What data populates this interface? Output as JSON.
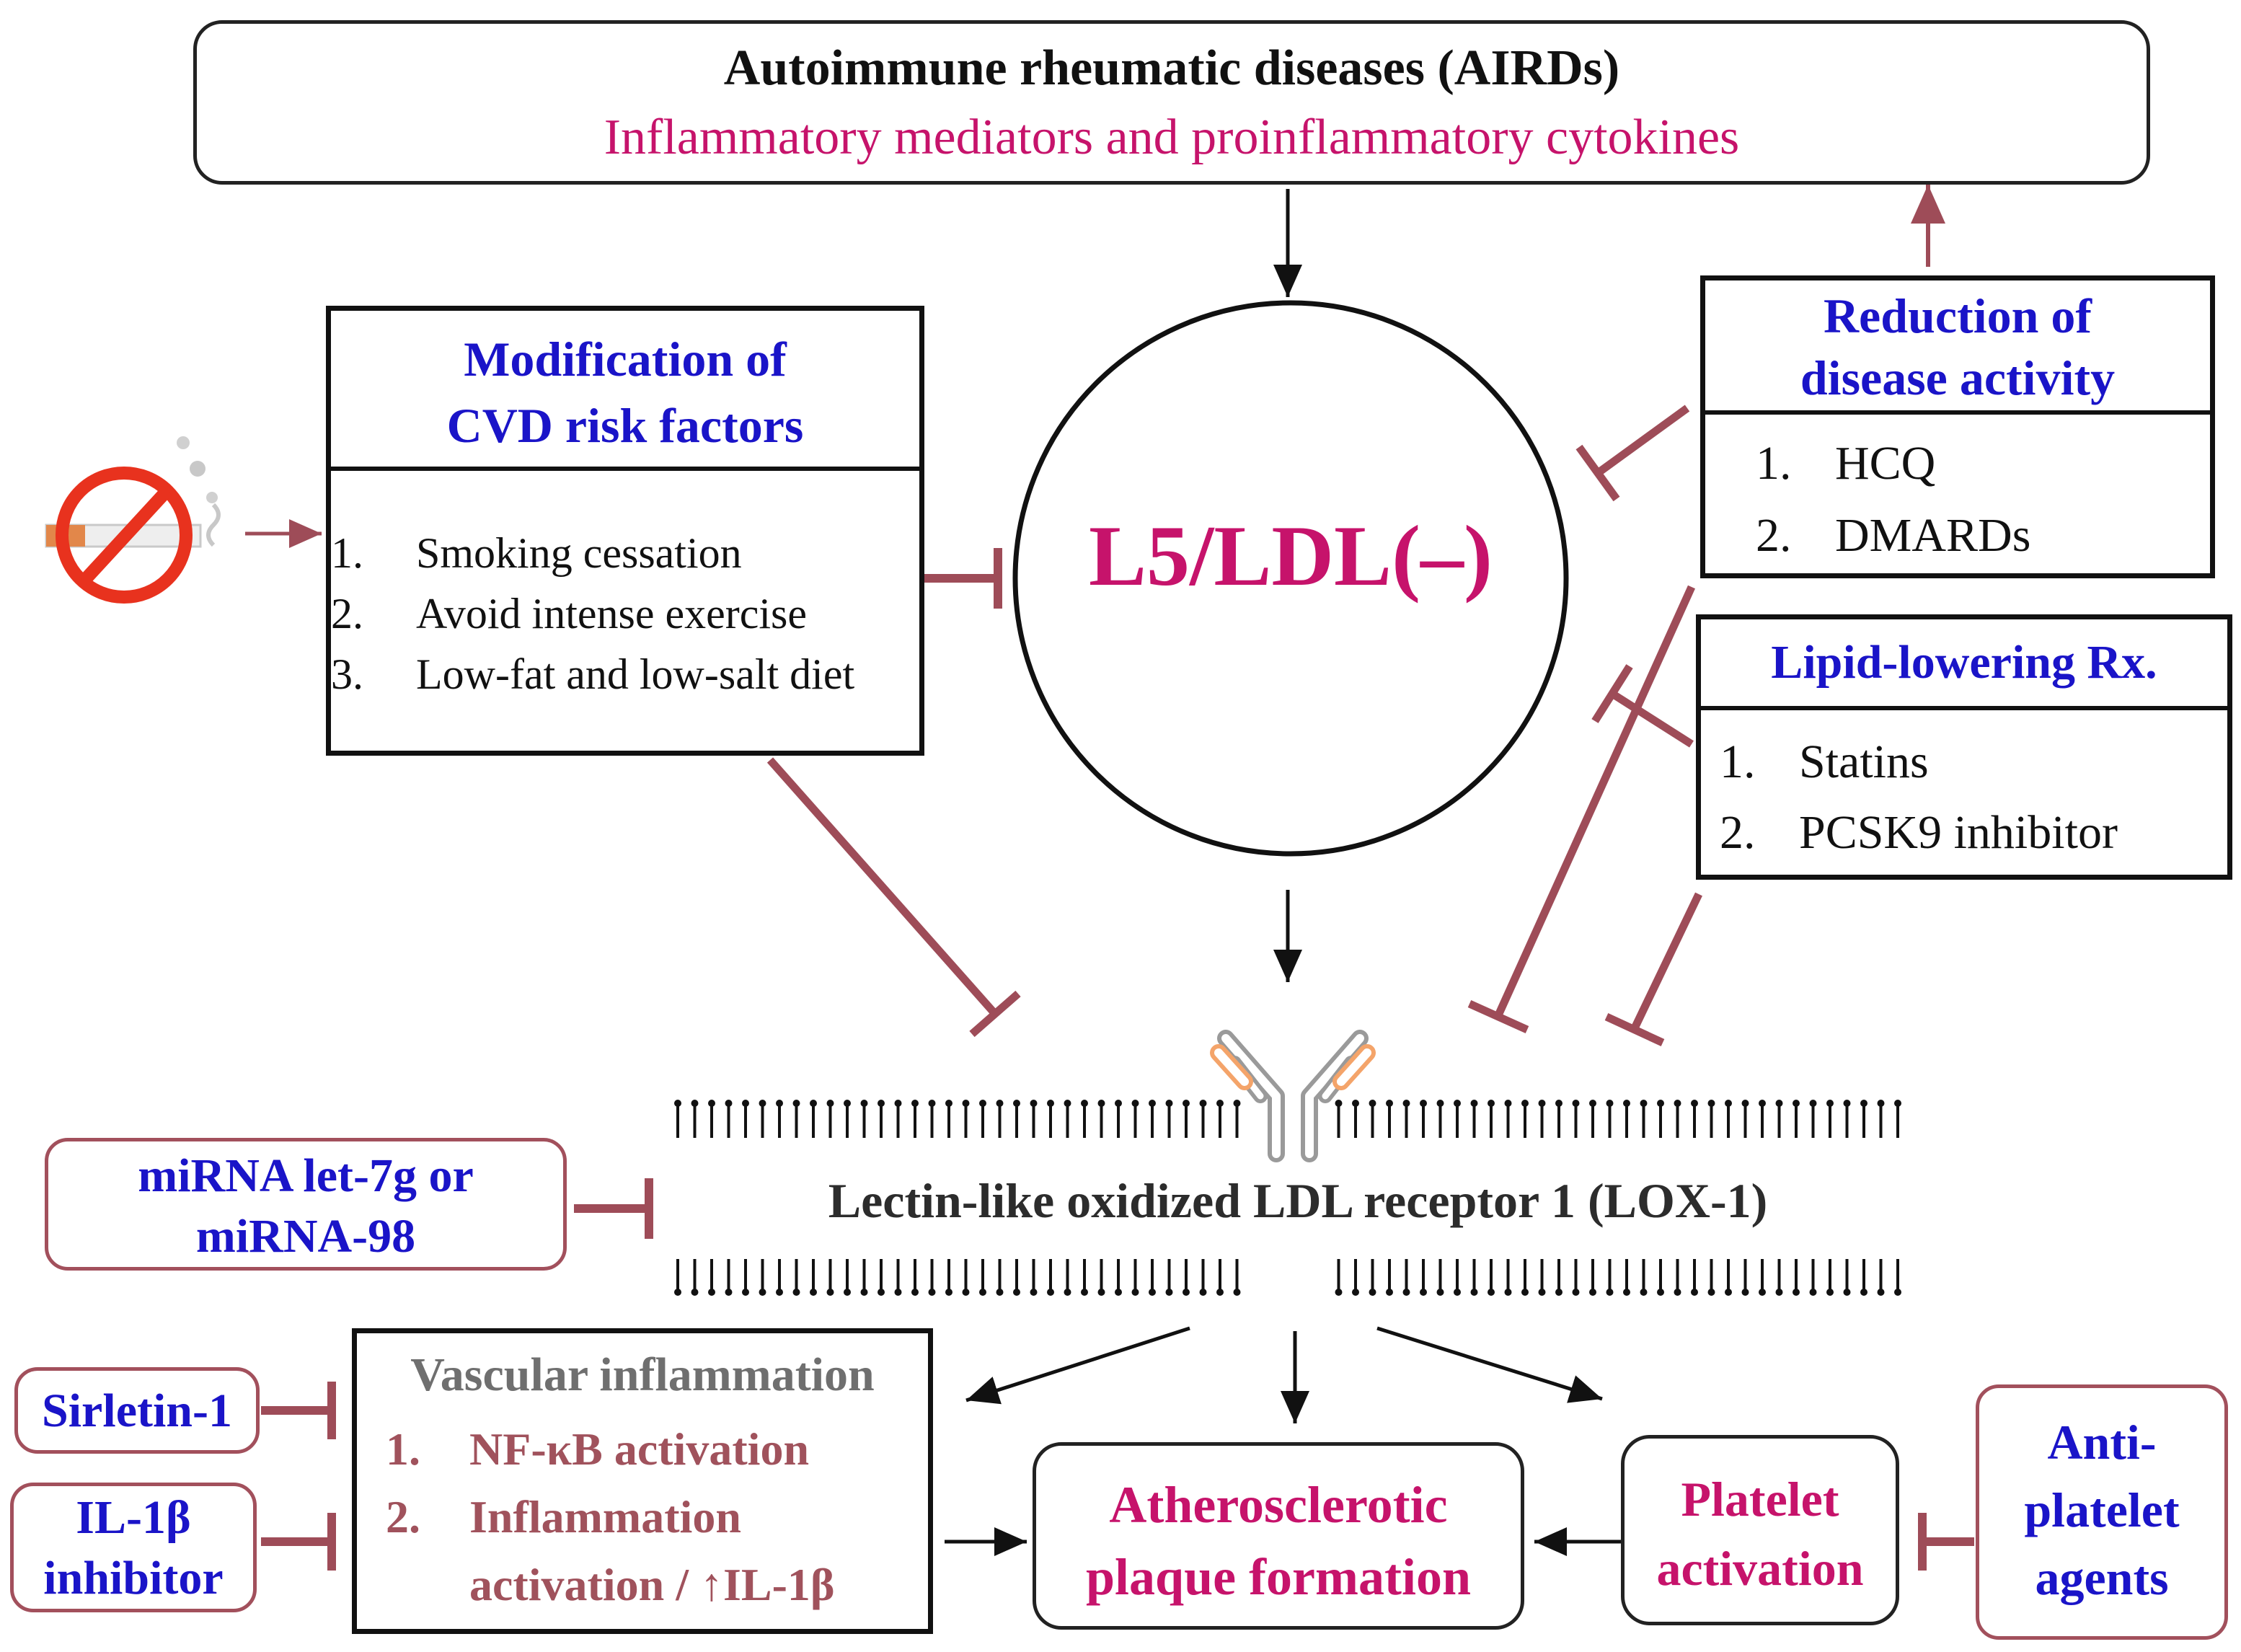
{
  "top": {
    "title": "Autoimmune rheumatic diseases (AIRDs)",
    "subtitle": "Inflammatory mediators and proinflammatory cytokines"
  },
  "center": {
    "label": "L5/LDL(–)"
  },
  "modification": {
    "title_line1": "Modification of",
    "title_line2": "CVD risk factors",
    "items": [
      "Smoking cessation",
      "Avoid intense exercise",
      "Low-fat and low-salt diet"
    ]
  },
  "reduction": {
    "title_line1": "Reduction of",
    "title_line2": "disease activity",
    "items": [
      "HCQ",
      "DMARDs"
    ]
  },
  "lipid": {
    "title": "Lipid-lowering Rx.",
    "items": [
      "Statins",
      "PCSK9 inhibitor"
    ]
  },
  "receptor": {
    "label": "Lectin-like oxidized LDL receptor 1 (LOX-1)"
  },
  "mirna": {
    "line1": "miRNA let-7g or",
    "line2": "miRNA-98"
  },
  "sirletin": {
    "label": "Sirletin-1"
  },
  "il1b_inhibitor": {
    "line1": "IL-1β",
    "line2": "inhibitor"
  },
  "vascular": {
    "title": "Vascular inflammation",
    "items": [
      "NF-κB activation",
      "Inflammation",
      "activation / ↑IL-1β"
    ]
  },
  "athero": {
    "line1": "Atherosclerotic",
    "line2": "plaque formation"
  },
  "platelet": {
    "line1": "Platelet",
    "line2": "activation"
  },
  "antiplatelet": {
    "line1": "Anti-",
    "line2": "platelet",
    "line3": "agents"
  },
  "colors": {
    "blue": "#1a14c8",
    "magenta": "#c6136b",
    "maroon": "#a0525c",
    "inhibit": "#9e4c58"
  }
}
